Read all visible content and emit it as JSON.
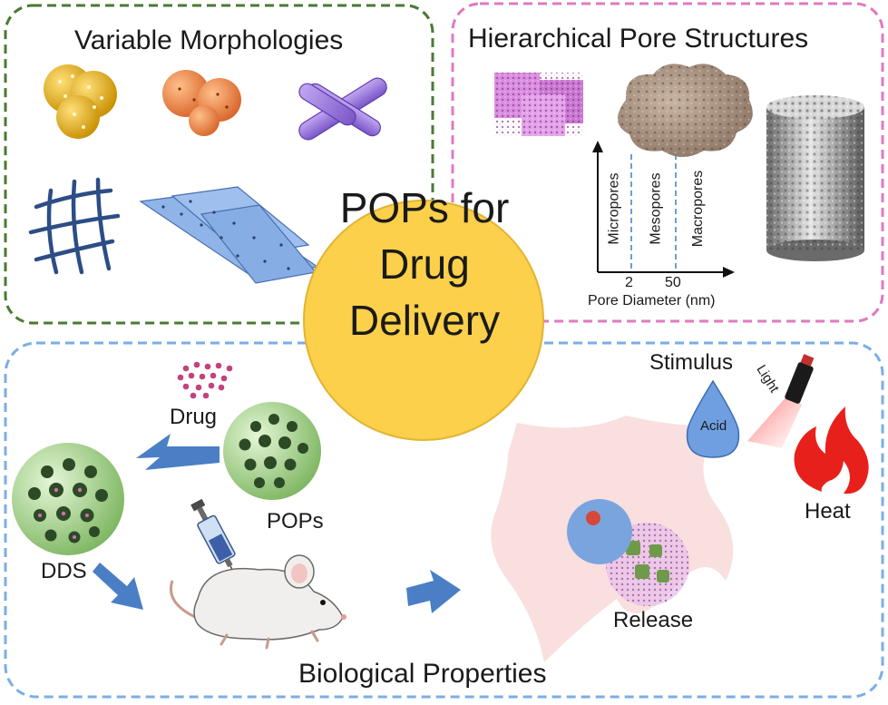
{
  "panels": {
    "morphologies": {
      "title": "Variable Morphologies",
      "color": "#4a7a32"
    },
    "pores": {
      "title": "Hierarchical Pore Structures",
      "color": "#e07ac0",
      "chart": {
        "bands": [
          "Micropores",
          "Mesopores",
          "Macropores"
        ],
        "ticks": [
          "2",
          "50"
        ],
        "xlabel": "Pore Diameter (nm)"
      }
    },
    "biological": {
      "title": "Biological Properties",
      "color": "#7aaee6",
      "labels": {
        "drug": "Drug",
        "pops": "POPs",
        "dds": "DDS",
        "stimulus": "Stimulus",
        "acid": "Acid",
        "light": "Light",
        "heat": "Heat",
        "release": "Release"
      }
    }
  },
  "center": {
    "lines": [
      "POPs for",
      "Drug",
      "Delivery"
    ],
    "fill": "#fcd04a"
  },
  "colors": {
    "arrow": "#4a7fc6",
    "sheet": "#8fb4e8",
    "pop_sphere": "#b6dc9a",
    "cell": "#f9dcdc",
    "nucleus": "#7aa4de",
    "flame": "#e8201c",
    "acid_drop": "#6f9fe0"
  },
  "icons": [
    "gold-sphere-cluster",
    "orange-sphere-cluster",
    "purple-rod-cross",
    "blue-fiber-mesh",
    "blue-porous-sheets",
    "pink-cube-stack",
    "brown-porous-cloud",
    "grey-porous-cylinder",
    "drug-dots",
    "pop-sphere",
    "dds-sphere",
    "syringe",
    "mouse",
    "cell",
    "nucleus",
    "acid-drop",
    "flashlight",
    "flame",
    "block-arrow"
  ]
}
